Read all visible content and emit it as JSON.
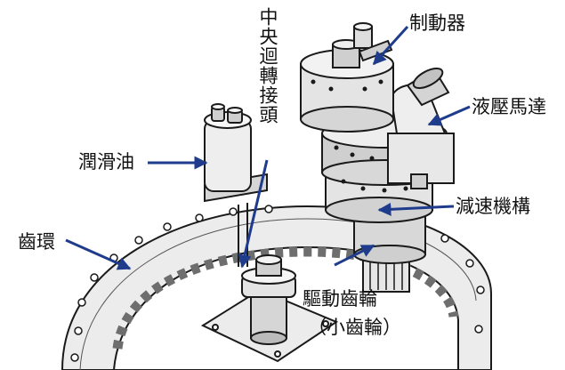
{
  "labels": {
    "brake": "制動器",
    "hydraulic_motor": "液壓馬達",
    "lubricant": "潤滑油",
    "center_swivel": "中央迴轉接頭",
    "reduction": "減速機構",
    "ring_gear": "齒環",
    "drive_gear": "驅動齒輪",
    "pinion": "（小齒輪）"
  },
  "colors": {
    "arrow": "#1f3c8c",
    "line": "#1a1a1a",
    "fill_light": "#eeeeee",
    "fill_mid": "#d6d6d6",
    "fill_dark": "#9a9a9a"
  }
}
